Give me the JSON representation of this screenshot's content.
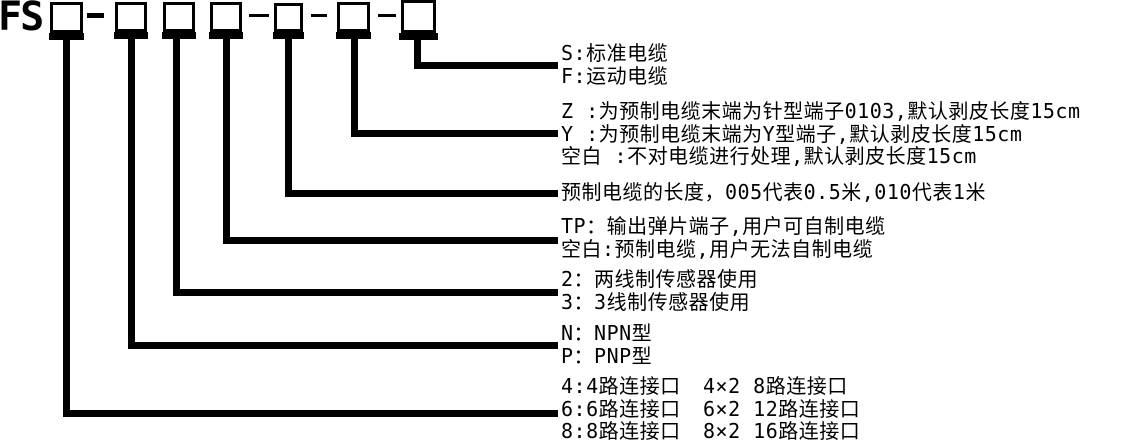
{
  "model_code": {
    "prefix": "FS",
    "pattern": "FS□-□□□-□-□-□",
    "box_count": 7,
    "separator": "-"
  },
  "legend": [
    {
      "field": "cable-type",
      "lines": [
        "S:标准电缆",
        "F:运动电缆"
      ]
    },
    {
      "field": "cable-end-treatment",
      "lines": [
        "Z :为预制电缆末端为针型端子0103,默认剥皮长度15cm",
        "Y :为预制电缆末端为Y型端子,默认剥皮长度15cm",
        "空白 :不对电缆进行处理,默认剥皮长度15cm"
      ]
    },
    {
      "field": "cable-length",
      "lines": [
        "预制电缆的长度，005代表0.5米,010代表1米"
      ]
    },
    {
      "field": "terminal-type",
      "lines": [
        "TP：输出弹片端子,用户可自制电缆",
        "空白:预制电缆,用户无法自制电缆"
      ]
    },
    {
      "field": "sensor-wiring",
      "lines": [
        "2：两线制传感器使用",
        "3：3线制传感器使用"
      ]
    },
    {
      "field": "output-polarity",
      "lines": [
        "N：NPN型",
        "P：PNP型"
      ]
    },
    {
      "field": "channel-count",
      "rows": [
        [
          "4:4路连接口",
          "4×2 8路连接口"
        ],
        [
          "6:6路连接口",
          "6×2 12路连接口"
        ],
        [
          "8:8路连接口",
          "8×2 16路连接口"
        ]
      ]
    }
  ],
  "colors": {
    "line": "#000000",
    "text": "#000000",
    "background": "#ffffff"
  }
}
